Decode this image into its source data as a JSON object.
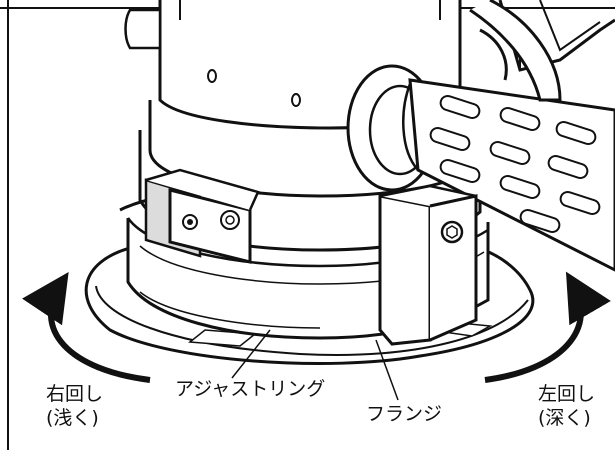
{
  "labels": {
    "right_turn": {
      "line1": "右回し",
      "line2": "(浅く)"
    },
    "adjust_ring": "アジャストリング",
    "flange": "フランジ",
    "left_turn": {
      "line1": "左回し",
      "line2": "(深く)"
    }
  },
  "colors": {
    "ink": "#111111",
    "background": "#ffffff",
    "shade": "#dcdcdc"
  }
}
